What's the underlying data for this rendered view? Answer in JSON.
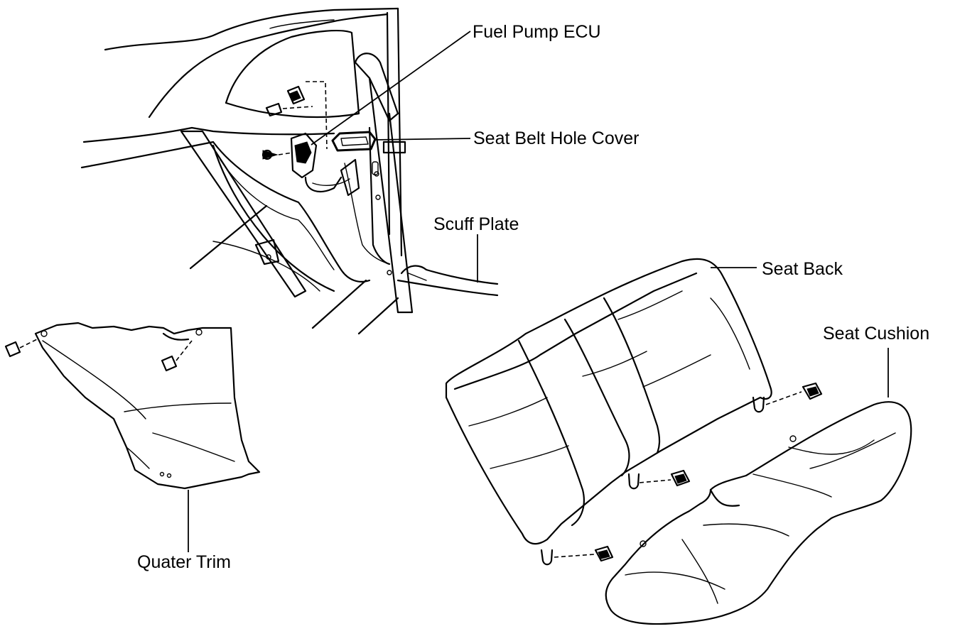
{
  "labels": {
    "fuel_pump_ecu": "Fuel Pump ECU",
    "seat_belt_hole_cover": "Seat Belt Hole Cover",
    "scuff_plate": "Scuff Plate",
    "seat_back": "Seat Back",
    "seat_cushion": "Seat Cushion",
    "quarter_trim": "Quater Trim"
  }
}
